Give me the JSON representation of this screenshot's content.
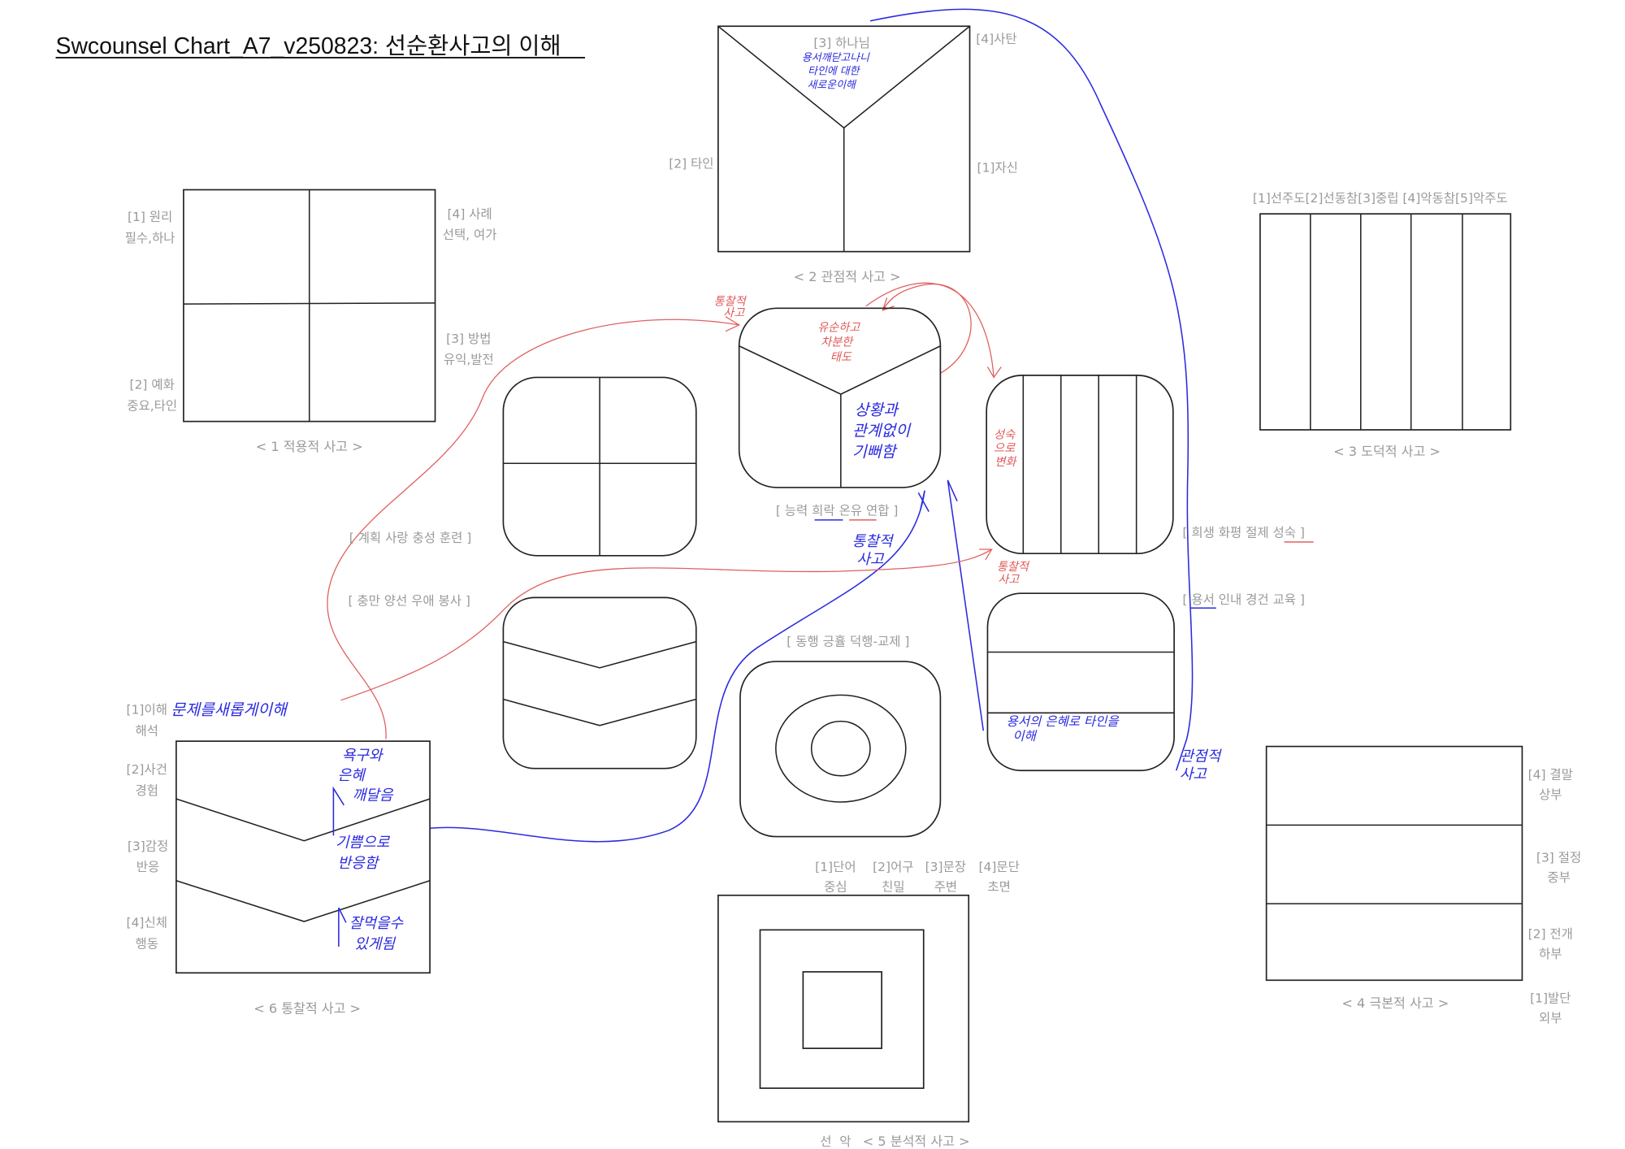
{
  "title": "Swcounsel Chart_A7_v250823: 선순환사고의 이해",
  "colors": {
    "ink": "#222222",
    "label": "#9a9a9a",
    "blue_pen": "#2a2ae0",
    "red_pen": "#e06060"
  },
  "chart1": {
    "caption": "< 1 적용적 사고 >",
    "labels": [
      {
        "l1": "[1] 원리",
        "l2": "필수,하나"
      },
      {
        "l1": "[2] 예화",
        "l2": "중요,타인"
      },
      {
        "l1": "[3] 방법",
        "l2": "유익,발전"
      },
      {
        "l1": "[4] 사례",
        "l2": "선택, 여가"
      }
    ]
  },
  "chart2": {
    "caption": "< 2 관점적 사고 >",
    "labels": {
      "god": "[3] 하나님",
      "satan": "[4]사탄",
      "other": "[2] 타인",
      "self": "[1]자신"
    },
    "note": [
      "용서깨닫고나니",
      "타인에 대한",
      "새로운이해"
    ]
  },
  "chart3": {
    "caption": "< 3 도덕적 사고 >",
    "header": "[1]선주도[2]선동참[3]중립 [4]악동참[5]악주도"
  },
  "chart4": {
    "caption": "< 4 극본적 사고 >",
    "labels": [
      {
        "l1": "[4] 결말",
        "l2": "상부"
      },
      {
        "l1": "[3] 절정",
        "l2": "중부"
      },
      {
        "l1": "[2] 전개",
        "l2": "하부"
      },
      {
        "l1": "[1]발단",
        "l2": "외부"
      }
    ]
  },
  "chart5": {
    "caption": "< 5 분석적 사고 >",
    "bottom": "선  악",
    "labels": [
      {
        "l1": "[1]단어",
        "l2": "중심"
      },
      {
        "l1": "[2]어구",
        "l2": "친밀"
      },
      {
        "l1": "[3]문장",
        "l2": "주변"
      },
      {
        "l1": "[4]문단",
        "l2": "초면"
      }
    ]
  },
  "chart6": {
    "caption": "< 6 통찰적 사고 >",
    "labels": [
      {
        "l1": "[1]이해",
        "l2": "해석"
      },
      {
        "l1": "[2]사건",
        "l2": "경험"
      },
      {
        "l1": "[3]감정",
        "l2": "반응"
      },
      {
        "l1": "[4]신체",
        "l2": "행동"
      }
    ],
    "notes": {
      "top": "문제를새롭게이해",
      "n1": [
        "욕구와",
        "은혜",
        "깨달음"
      ],
      "n2": [
        "기쁨으로",
        "반응함"
      ],
      "n3": [
        "잘먹을수",
        "있게됨"
      ]
    }
  },
  "virtues": {
    "a": {
      "open": "[ 능력 ",
      "w2": "희락",
      "w3": "온유",
      "close": " 연합 ]"
    },
    "b": "[ 계획 사랑 충성 훈련 ]",
    "c": "[ 충만 양선 우애 봉사 ]",
    "d": {
      "text": "[ 희생 화평 절제 ",
      "w4": "성숙",
      "close": " ]"
    },
    "e": {
      "open": "[ ",
      "w1": "용서",
      "text": " 인내 경건 교육 ]"
    },
    "f": "[ 동행 긍휼 덕행-교제 ]"
  },
  "annotations": {
    "a_red": [
      "유순하고",
      "차분한",
      "태도"
    ],
    "a_blue": [
      "상황과",
      "관계없이",
      "기뻐함"
    ],
    "d_red": [
      "성숙",
      "으로",
      "변화"
    ],
    "e_blue": [
      "용서의 은혜로 타인을",
      "이해"
    ],
    "insight_red_1": [
      "통찰적",
      "사고"
    ],
    "insight_red_2": [
      "통찰적",
      "사고"
    ],
    "insight_blue": [
      "통찰적",
      "사고"
    ],
    "perspective_blue": [
      "관점적",
      "사고"
    ]
  }
}
